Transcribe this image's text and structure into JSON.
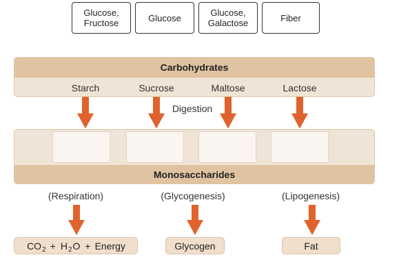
{
  "answer_chips": [
    {
      "line1": "Glucose,",
      "line2": "Fructose"
    },
    {
      "line1": "Glucose",
      "line2": ""
    },
    {
      "line1": "Glucose,",
      "line2": "Galactose"
    },
    {
      "line1": "Fiber",
      "line2": ""
    }
  ],
  "carbohydrates": {
    "title": "Carbohydrates",
    "items": [
      "Starch",
      "Sucrose",
      "Maltose",
      "Lactose"
    ]
  },
  "digestion_label": "Digestion",
  "monosaccharides": {
    "title": "Monosaccharides",
    "drop_zones": [
      "",
      "",
      "",
      ""
    ]
  },
  "processes": [
    "(Respiration)",
    "(Glycogenesis)",
    "(Lipogenesis)"
  ],
  "products": {
    "respiration": {
      "co": "CO",
      "co_sub": "2",
      "plus1": "+",
      "h": "H",
      "h_sub": "2",
      "o": "O",
      "plus2": "+",
      "energy": "Energy"
    },
    "glycogen": "Glycogen",
    "fat": "Fat"
  },
  "colors": {
    "band_dark": "#e0c3a0",
    "band_light": "#f0e4d6",
    "arrow": "#e0622c",
    "dropzone": "#fbf5f1"
  }
}
